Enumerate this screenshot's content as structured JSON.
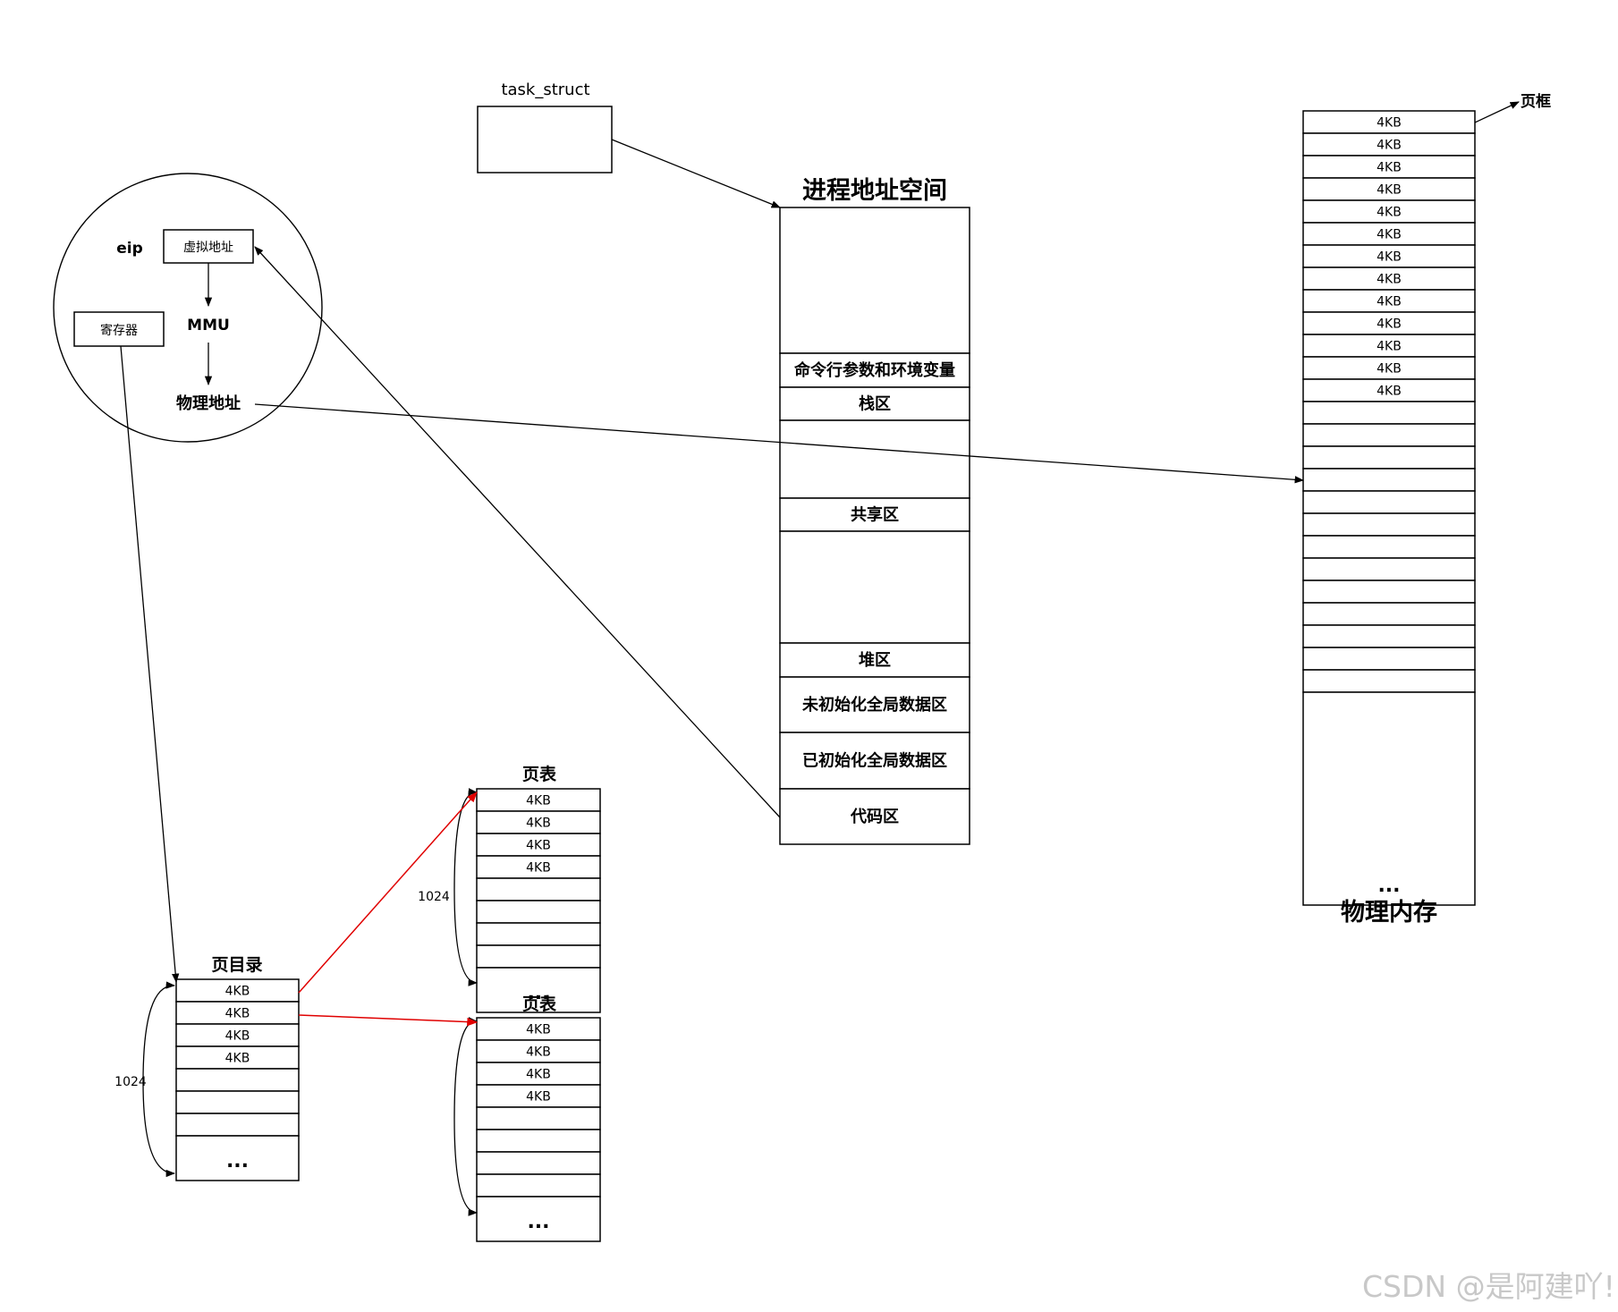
{
  "task_struct": {
    "label": "task_struct"
  },
  "circle": {
    "eip": "eip",
    "virtual_address": "虚拟地址",
    "mmu": "MMU",
    "register": "寄存器",
    "physical_address": "物理地址"
  },
  "address_space": {
    "title": "进程地址空间",
    "segments": [
      {
        "label": ""
      },
      {
        "label": "命令行参数和环境变量"
      },
      {
        "label": "栈区"
      },
      {
        "label": ""
      },
      {
        "label": "共享区"
      },
      {
        "label": ""
      },
      {
        "label": "堆区"
      },
      {
        "label": "未初始化全局数据区"
      },
      {
        "label": "已初始化全局数据区"
      },
      {
        "label": "代码区"
      }
    ]
  },
  "physical_memory": {
    "title": "物理内存",
    "frame_label": "页框",
    "cells": [
      "4KB",
      "4KB",
      "4KB",
      "4KB",
      "4KB",
      "4KB",
      "4KB",
      "4KB",
      "4KB",
      "4KB",
      "4KB",
      "4KB",
      "4KB",
      "",
      "",
      "",
      "",
      "",
      "",
      "",
      "",
      "",
      "",
      "",
      "",
      ""
    ],
    "ellipsis": "..."
  },
  "page_directory": {
    "title": "页目录",
    "cells": [
      "4KB",
      "4KB",
      "4KB",
      "4KB",
      "",
      "",
      ""
    ],
    "ellipsis": "...",
    "count_label": "1024"
  },
  "page_tables": [
    {
      "title": "页表",
      "cells": [
        "4KB",
        "4KB",
        "4KB",
        "4KB",
        "",
        "",
        "",
        ""
      ],
      "ellipsis": "...",
      "count_label": "1024"
    },
    {
      "title": "页表",
      "cells": [
        "4KB",
        "4KB",
        "4KB",
        "4KB",
        "",
        "",
        "",
        ""
      ],
      "ellipsis": "..."
    }
  ],
  "watermark": "CSDN @是阿建吖!"
}
